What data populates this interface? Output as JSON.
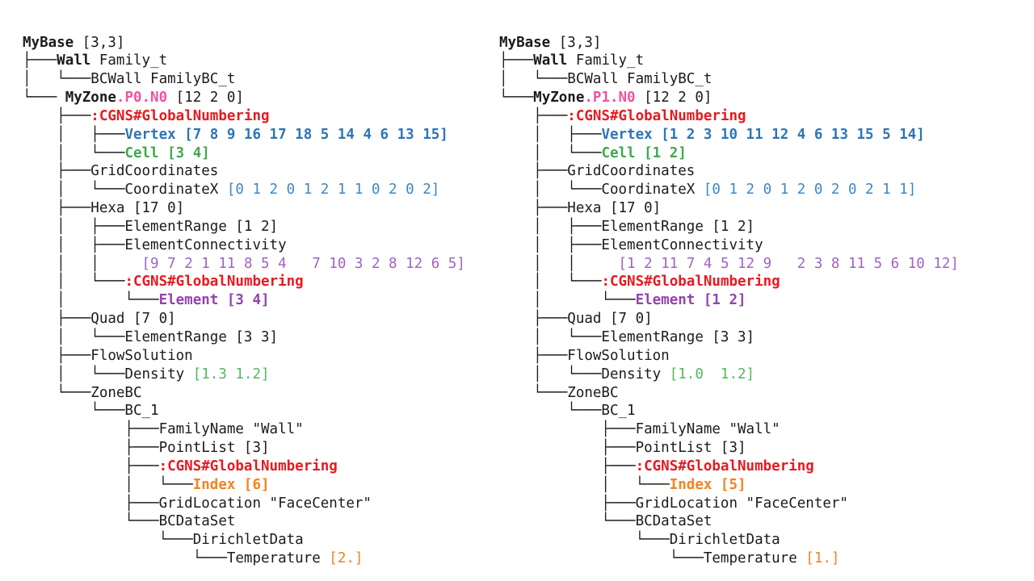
{
  "palette": {
    "black": "#1b1b1b",
    "pink": "#F0549F",
    "red": "#E8191F",
    "blue": "#2E75B6",
    "blue_light": "#3E86C8",
    "green": "#3FA94F",
    "green_light": "#52B85F",
    "purple": "#A262C4",
    "purple_dark": "#9343AE",
    "orange": "#F5821F"
  },
  "trees": [
    {
      "id": "tree-left",
      "zone_label": "MyZone.P0.N0",
      "lines": [
        [
          {
            "t": "MyBase",
            "b": true,
            "n": "node-mybase"
          },
          {
            "t": " [3,3]"
          }
        ],
        [
          {
            "t": "├───"
          },
          {
            "t": "Wall",
            "b": true,
            "n": "node-wall"
          },
          {
            "t": " Family_t"
          }
        ],
        [
          {
            "t": "│   └───BCWall FamilyBC_t",
            "n": "node-bcwall"
          }
        ],
        [
          {
            "t": "└─── "
          },
          {
            "t": "MyZone",
            "b": true,
            "n": "node-myzone"
          },
          {
            "t": ".P0.N0",
            "c": "pink",
            "b": true,
            "n": "zone-partition-suffix"
          },
          {
            "t": " [12 2 0]"
          }
        ],
        [
          {
            "t": "    ├───"
          },
          {
            "t": ":CGNS#GlobalNumbering",
            "c": "red",
            "b": true,
            "n": "node-global-numbering"
          }
        ],
        [
          {
            "t": "    │   ├───"
          },
          {
            "t": "Vertex [7 8 9 16 17 18 5 14 4 6 13 15]",
            "c": "blue",
            "b": true,
            "n": "node-vertex"
          }
        ],
        [
          {
            "t": "    │   └───"
          },
          {
            "t": "Cell [3 4]",
            "c": "green",
            "b": true,
            "n": "node-cell"
          }
        ],
        [
          {
            "t": "    ├───GridCoordinates",
            "n": "node-gridcoordinates"
          }
        ],
        [
          {
            "t": "    │   └───CoordinateX "
          },
          {
            "t": "[0 1 2 0 1 2 1 1 0 2 0 2]",
            "c": "blue_light",
            "n": "coordinatex-values"
          }
        ],
        [
          {
            "t": "    ├───Hexa [17 0]",
            "n": "node-hexa"
          }
        ],
        [
          {
            "t": "    │   ├───ElementRange [1 2]",
            "n": "node-elementrange"
          }
        ],
        [
          {
            "t": "    │   ├───ElementConnectivity",
            "n": "node-elementconnectivity"
          }
        ],
        [
          {
            "t": "    │   │     "
          },
          {
            "t": "[9 7 2 1 11 8 5 4   7 10 3 2 8 12 6 5]",
            "c": "purple",
            "n": "elementconnectivity-values"
          }
        ],
        [
          {
            "t": "    │   └───"
          },
          {
            "t": ":CGNS#GlobalNumbering",
            "c": "red",
            "b": true,
            "n": "node-global-numbering"
          }
        ],
        [
          {
            "t": "    │       └───"
          },
          {
            "t": "Element [3 4]",
            "c": "purple_dark",
            "b": true,
            "n": "node-element"
          }
        ],
        [
          {
            "t": "    ├───Quad [7 0]",
            "n": "node-quad"
          }
        ],
        [
          {
            "t": "    │   └───ElementRange [3 3]",
            "n": "node-elementrange"
          }
        ],
        [
          {
            "t": "    ├───FlowSolution",
            "n": "node-flowsolution"
          }
        ],
        [
          {
            "t": "    │   └───Density "
          },
          {
            "t": "[1.3 1.2]",
            "c": "green_light",
            "n": "density-values"
          }
        ],
        [
          {
            "t": "    └───ZoneBC",
            "n": "node-zonebc"
          }
        ],
        [
          {
            "t": "        └───BC_1",
            "n": "node-bc1"
          }
        ],
        [
          {
            "t": "            ├───FamilyName \"Wall\"",
            "n": "node-familyname"
          }
        ],
        [
          {
            "t": "            ├───PointList [3]",
            "n": "node-pointlist"
          }
        ],
        [
          {
            "t": "            ├───"
          },
          {
            "t": ":CGNS#GlobalNumbering",
            "c": "red",
            "b": true,
            "n": "node-global-numbering"
          }
        ],
        [
          {
            "t": "            │   └───"
          },
          {
            "t": "Index [6]",
            "c": "orange",
            "b": true,
            "n": "node-index"
          }
        ],
        [
          {
            "t": "            ├───GridLocation \"FaceCenter\"",
            "n": "node-gridlocation"
          }
        ],
        [
          {
            "t": "            └───BCDataSet",
            "n": "node-bcdataset"
          }
        ],
        [
          {
            "t": "                └───DirichletData",
            "n": "node-dirichletdata"
          }
        ],
        [
          {
            "t": "                    └───Temperature ",
            "n": "node-temperature"
          },
          {
            "t": "[2.]",
            "c": "orange",
            "n": "temperature-value"
          }
        ]
      ]
    },
    {
      "id": "tree-right",
      "zone_label": "MyZone.P1.N0",
      "lines": [
        [
          {
            "t": "MyBase",
            "b": true,
            "n": "node-mybase"
          },
          {
            "t": " [3,3]"
          }
        ],
        [
          {
            "t": "├───"
          },
          {
            "t": "Wall",
            "b": true,
            "n": "node-wall"
          },
          {
            "t": " Family_t"
          }
        ],
        [
          {
            "t": "│   └───BCWall FamilyBC_t",
            "n": "node-bcwall"
          }
        ],
        [
          {
            "t": "└───"
          },
          {
            "t": "MyZone",
            "b": true,
            "n": "node-myzone"
          },
          {
            "t": ".P1.N0",
            "c": "pink",
            "b": true,
            "n": "zone-partition-suffix"
          },
          {
            "t": " [12 2 0]"
          }
        ],
        [
          {
            "t": "    ├───"
          },
          {
            "t": ":CGNS#GlobalNumbering",
            "c": "red",
            "b": true,
            "n": "node-global-numbering"
          }
        ],
        [
          {
            "t": "    │   ├───"
          },
          {
            "t": "Vertex [1 2 3 10 11 12 4 6 13 15 5 14]",
            "c": "blue",
            "b": true,
            "n": "node-vertex"
          }
        ],
        [
          {
            "t": "    │   └───"
          },
          {
            "t": "Cell [1 2]",
            "c": "green",
            "b": true,
            "n": "node-cell"
          }
        ],
        [
          {
            "t": "    ├───GridCoordinates",
            "n": "node-gridcoordinates"
          }
        ],
        [
          {
            "t": "    │   └───CoordinateX "
          },
          {
            "t": "[0 1 2 0 1 2 0 2 0 2 1 1]",
            "c": "blue_light",
            "n": "coordinatex-values"
          }
        ],
        [
          {
            "t": "    ├───Hexa [17 0]",
            "n": "node-hexa"
          }
        ],
        [
          {
            "t": "    │   ├───ElementRange [1 2]",
            "n": "node-elementrange"
          }
        ],
        [
          {
            "t": "    │   ├───ElementConnectivity",
            "n": "node-elementconnectivity"
          }
        ],
        [
          {
            "t": "    │   │     "
          },
          {
            "t": "[1 2 11 7 4 5 12 9   2 3 8 11 5 6 10 12]",
            "c": "purple",
            "n": "elementconnectivity-values"
          }
        ],
        [
          {
            "t": "    │   └───"
          },
          {
            "t": ":CGNS#GlobalNumbering",
            "c": "red",
            "b": true,
            "n": "node-global-numbering"
          }
        ],
        [
          {
            "t": "    │       └───"
          },
          {
            "t": "Element [1 2]",
            "c": "purple_dark",
            "b": true,
            "n": "node-element"
          }
        ],
        [
          {
            "t": "    ├───Quad [7 0]",
            "n": "node-quad"
          }
        ],
        [
          {
            "t": "    │   └───ElementRange [3 3]",
            "n": "node-elementrange"
          }
        ],
        [
          {
            "t": "    ├───FlowSolution",
            "n": "node-flowsolution"
          }
        ],
        [
          {
            "t": "    │   └───Density "
          },
          {
            "t": "[1.0  1.2]",
            "c": "green_light",
            "n": "density-values"
          }
        ],
        [
          {
            "t": "    └───ZoneBC",
            "n": "node-zonebc"
          }
        ],
        [
          {
            "t": "        └───BC_1",
            "n": "node-bc1"
          }
        ],
        [
          {
            "t": "            ├───FamilyName \"Wall\"",
            "n": "node-familyname"
          }
        ],
        [
          {
            "t": "            ├───PointList [3]",
            "n": "node-pointlist"
          }
        ],
        [
          {
            "t": "            ├───"
          },
          {
            "t": ":CGNS#GlobalNumbering",
            "c": "red",
            "b": true,
            "n": "node-global-numbering"
          }
        ],
        [
          {
            "t": "            │   └───"
          },
          {
            "t": "Index [5]",
            "c": "orange",
            "b": true,
            "n": "node-index"
          }
        ],
        [
          {
            "t": "            ├───GridLocation \"FaceCenter\"",
            "n": "node-gridlocation"
          }
        ],
        [
          {
            "t": "            └───BCDataSet",
            "n": "node-bcdataset"
          }
        ],
        [
          {
            "t": "                └───DirichletData",
            "n": "node-dirichletdata"
          }
        ],
        [
          {
            "t": "                    └───Temperature ",
            "n": "node-temperature"
          },
          {
            "t": "[1.]",
            "c": "orange",
            "n": "temperature-value"
          }
        ]
      ]
    }
  ]
}
